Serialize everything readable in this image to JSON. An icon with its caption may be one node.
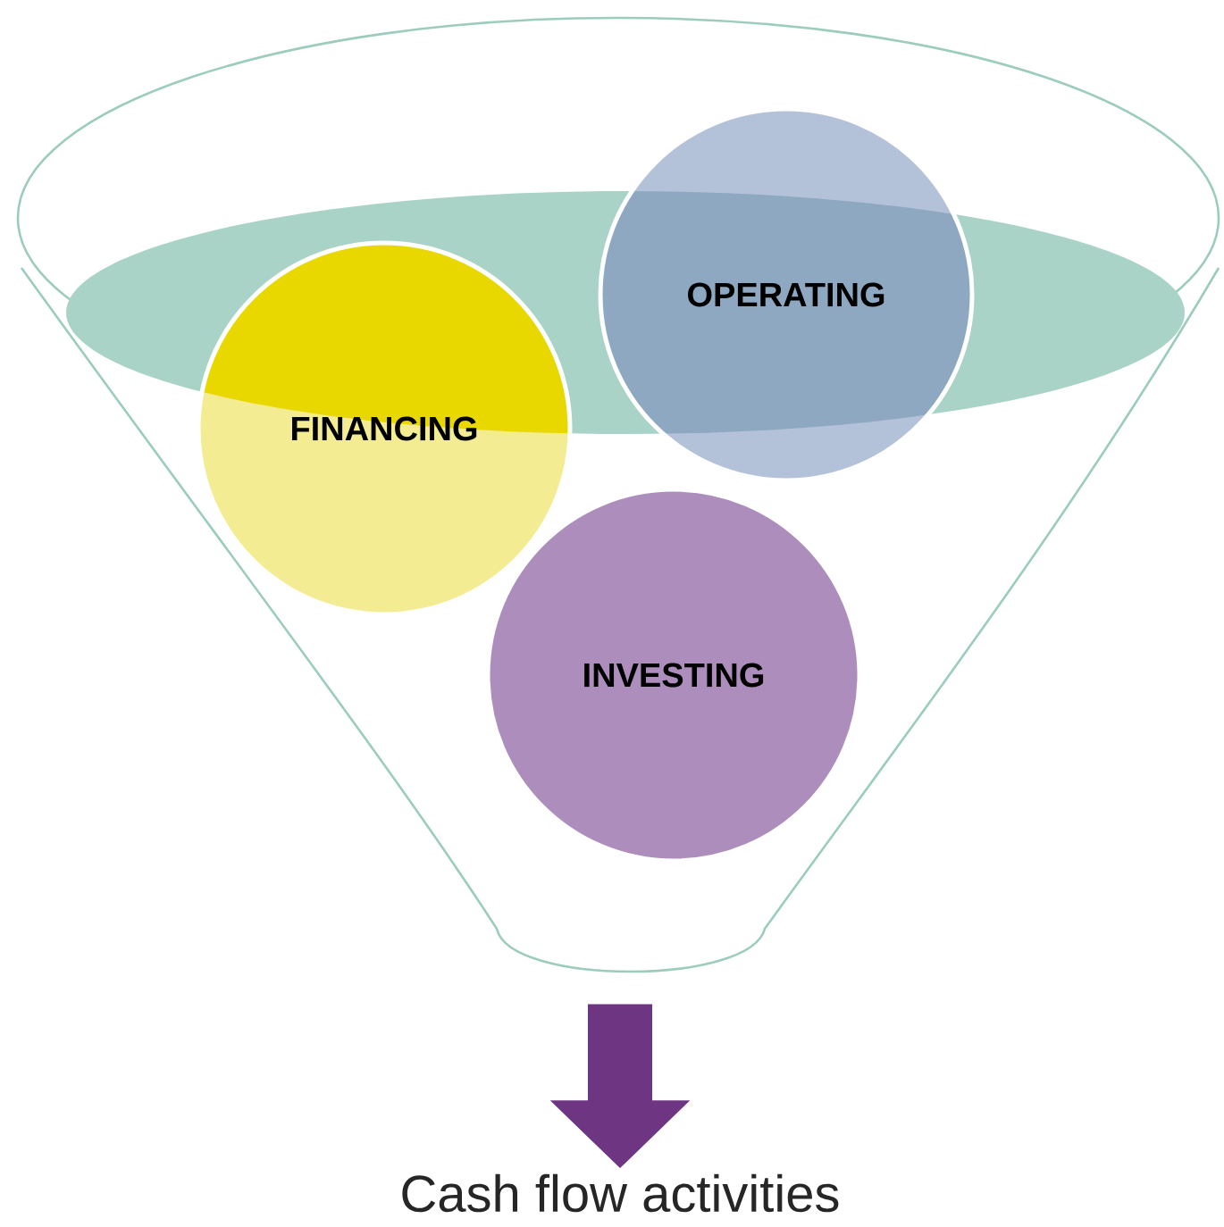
{
  "diagram": {
    "nodes": [
      {
        "text": [],
        "shape": "funnel"
      },
      {
        "text": [
          "OPERATING"
        ],
        "in": 0
      },
      {
        "text": [
          "FINANCING"
        ],
        "in": 0
      },
      {
        "text": [
          "INVESTING"
        ],
        "in": 0
      },
      {
        "text": [
          "Cash flow activities"
        ]
      }
    ],
    "edges": [
      {
        "from": 0,
        "to": 4,
        "arrow": "to"
      }
    ]
  }
}
